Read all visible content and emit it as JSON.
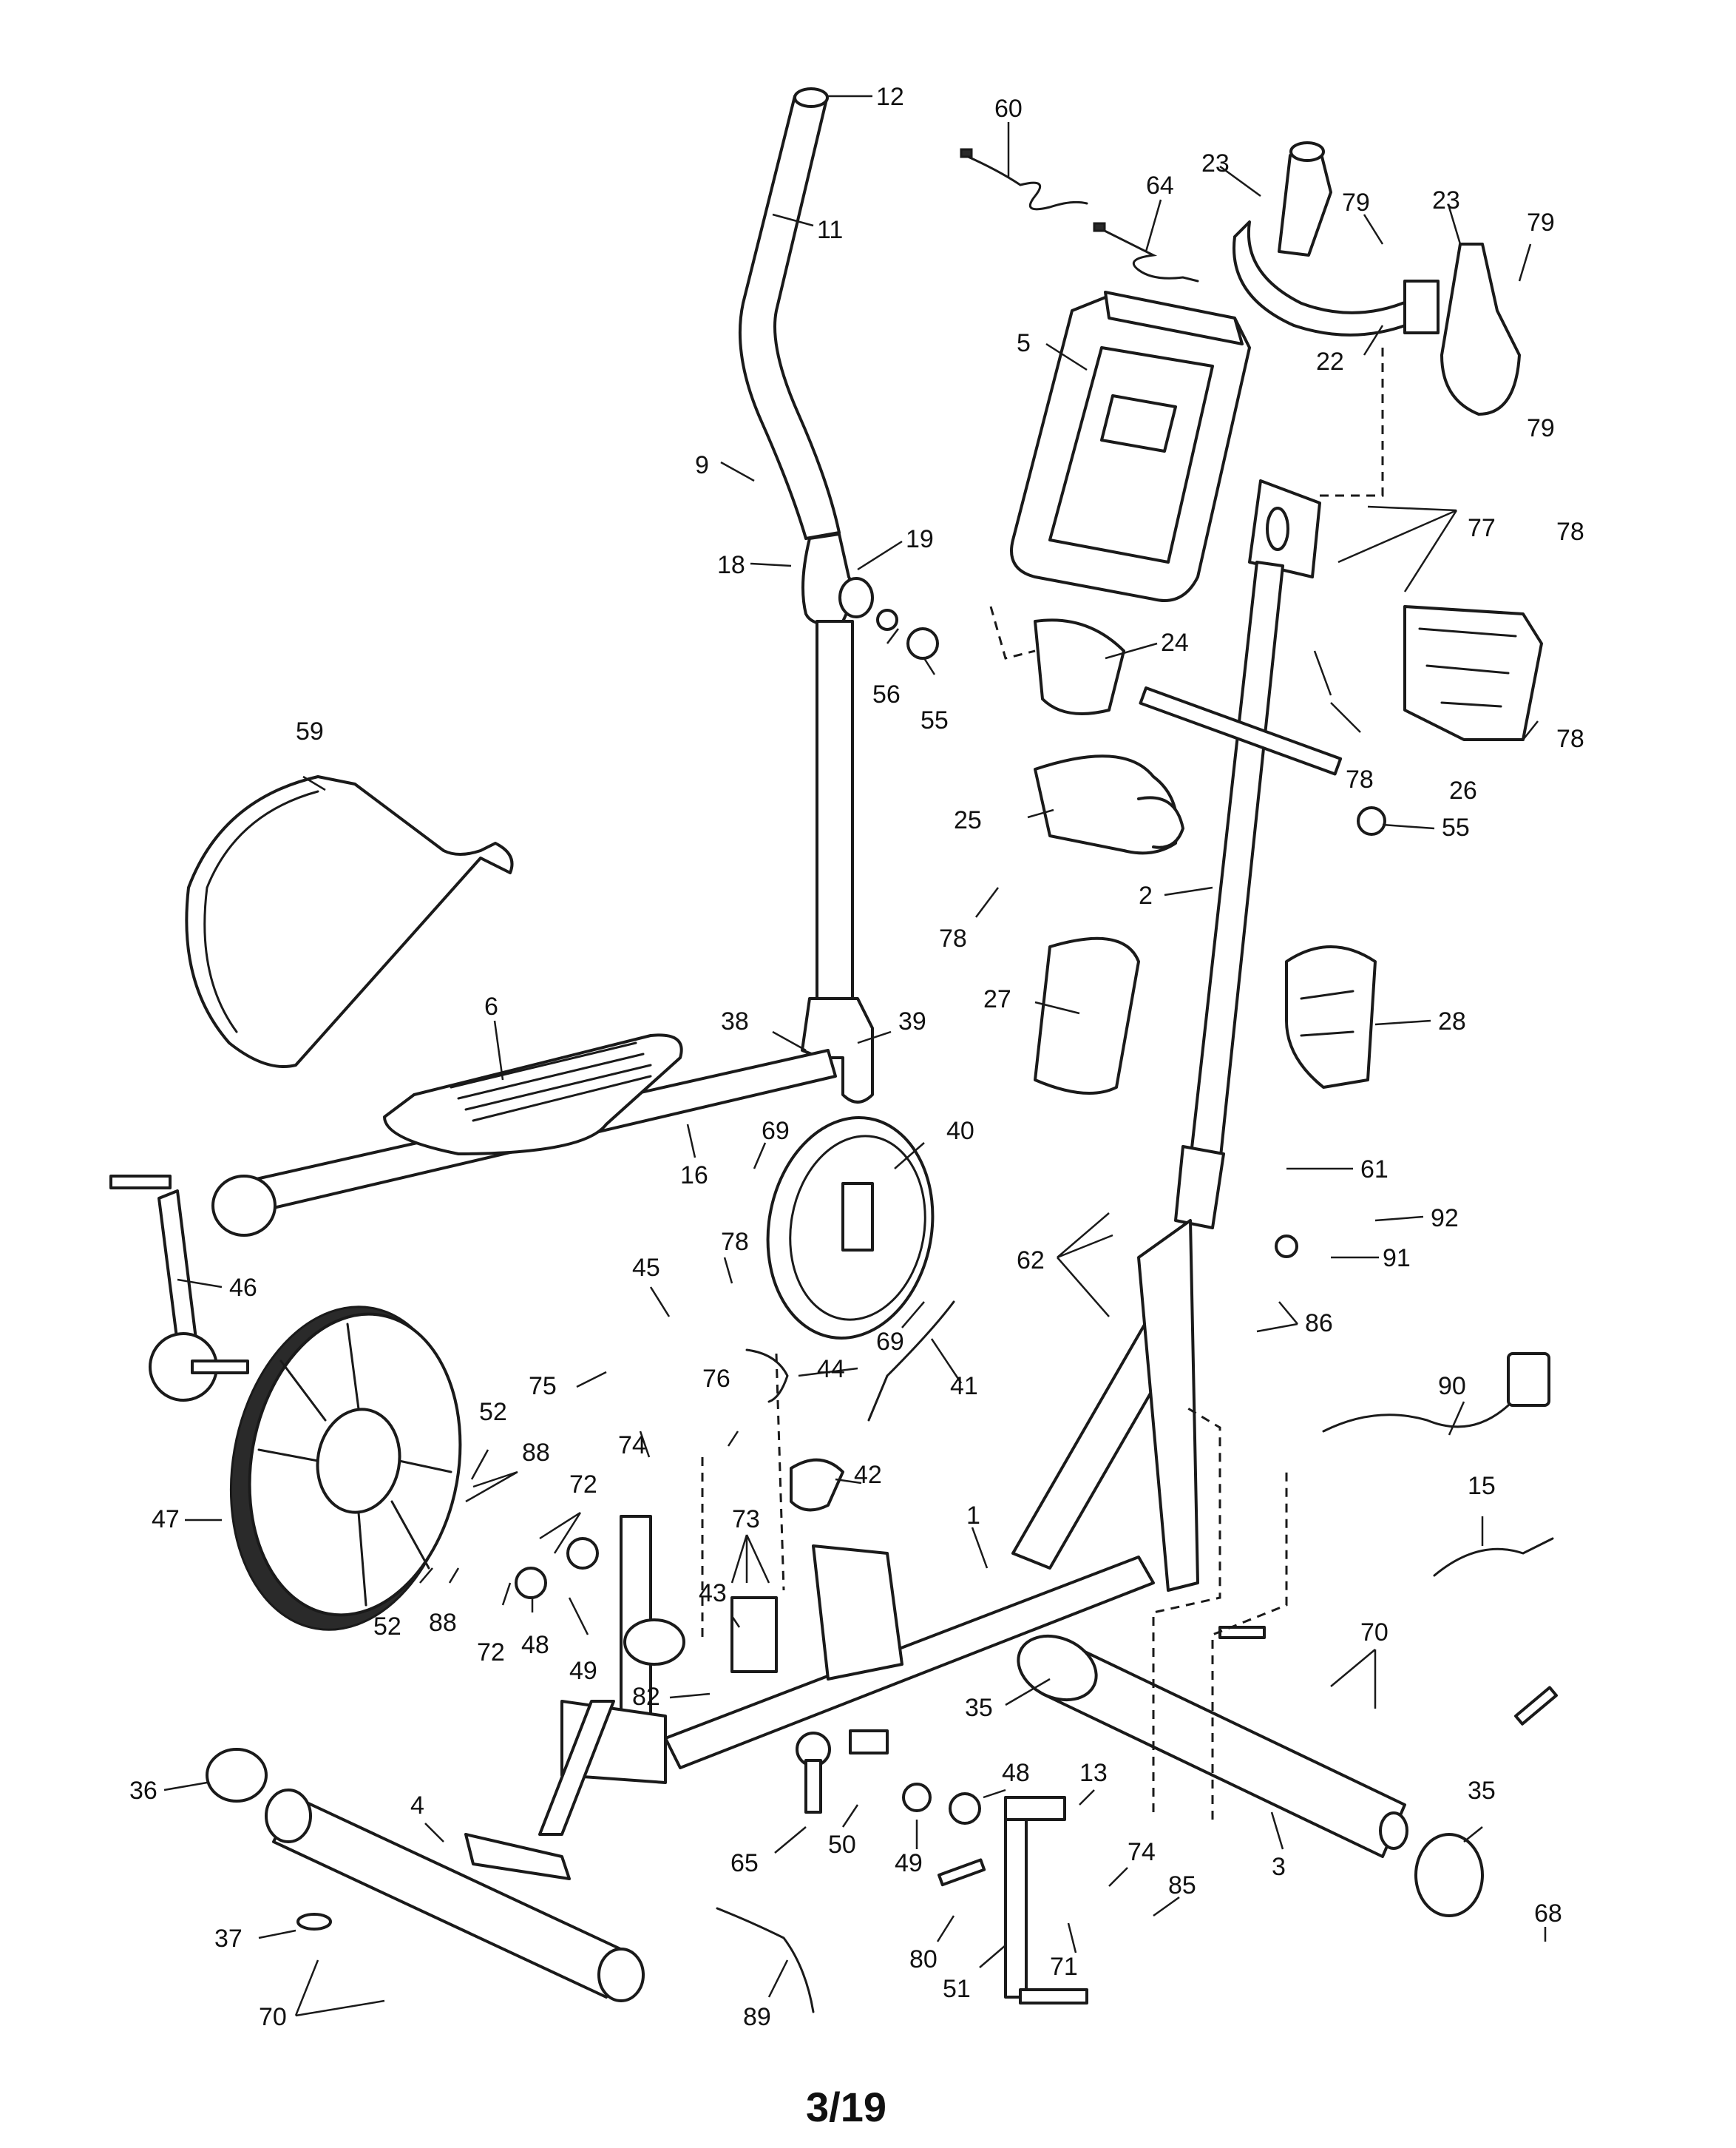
{
  "diagram": {
    "page_label": "3/19",
    "callouts": [
      {
        "id": "c12",
        "text": "12"
      },
      {
        "id": "c11",
        "text": "11"
      },
      {
        "id": "c60",
        "text": "60"
      },
      {
        "id": "c64",
        "text": "64"
      },
      {
        "id": "c23a",
        "text": "23"
      },
      {
        "id": "c79a",
        "text": "79"
      },
      {
        "id": "c23b",
        "text": "23"
      },
      {
        "id": "c79b",
        "text": "79"
      },
      {
        "id": "c5",
        "text": "5"
      },
      {
        "id": "c22",
        "text": "22"
      },
      {
        "id": "c79c",
        "text": "79"
      },
      {
        "id": "c9",
        "text": "9"
      },
      {
        "id": "c77",
        "text": "77"
      },
      {
        "id": "c78a",
        "text": "78"
      },
      {
        "id": "c18",
        "text": "18"
      },
      {
        "id": "c19",
        "text": "19"
      },
      {
        "id": "c24",
        "text": "24"
      },
      {
        "id": "c56",
        "text": "56"
      },
      {
        "id": "c55a",
        "text": "55"
      },
      {
        "id": "c78b",
        "text": "78"
      },
      {
        "id": "c78c",
        "text": "78"
      },
      {
        "id": "c26",
        "text": "26"
      },
      {
        "id": "c59",
        "text": "59"
      },
      {
        "id": "c25",
        "text": "25"
      },
      {
        "id": "c55b",
        "text": "55"
      },
      {
        "id": "c2",
        "text": "2"
      },
      {
        "id": "c78d",
        "text": "78"
      },
      {
        "id": "c6",
        "text": "6"
      },
      {
        "id": "c38",
        "text": "38"
      },
      {
        "id": "c39",
        "text": "39"
      },
      {
        "id": "c27",
        "text": "27"
      },
      {
        "id": "c28",
        "text": "28"
      },
      {
        "id": "c16",
        "text": "16"
      },
      {
        "id": "c69a",
        "text": "69"
      },
      {
        "id": "c40",
        "text": "40"
      },
      {
        "id": "c61",
        "text": "61"
      },
      {
        "id": "c92",
        "text": "92"
      },
      {
        "id": "c91",
        "text": "91"
      },
      {
        "id": "c46",
        "text": "46"
      },
      {
        "id": "c78e",
        "text": "78"
      },
      {
        "id": "c62",
        "text": "62"
      },
      {
        "id": "c45",
        "text": "45"
      },
      {
        "id": "c69b",
        "text": "69"
      },
      {
        "id": "c86",
        "text": "86"
      },
      {
        "id": "c41",
        "text": "41"
      },
      {
        "id": "c90",
        "text": "90"
      },
      {
        "id": "c44",
        "text": "44"
      },
      {
        "id": "c75",
        "text": "75"
      },
      {
        "id": "c76",
        "text": "76"
      },
      {
        "id": "c52a",
        "text": "52"
      },
      {
        "id": "c74a",
        "text": "74"
      },
      {
        "id": "c88a",
        "text": "88"
      },
      {
        "id": "c42",
        "text": "42"
      },
      {
        "id": "c72a",
        "text": "72"
      },
      {
        "id": "c1",
        "text": "1"
      },
      {
        "id": "c15",
        "text": "15"
      },
      {
        "id": "c47",
        "text": "47"
      },
      {
        "id": "c73",
        "text": "73"
      },
      {
        "id": "c43",
        "text": "43"
      },
      {
        "id": "c52b",
        "text": "52"
      },
      {
        "id": "c88b",
        "text": "88"
      },
      {
        "id": "c48a",
        "text": "48"
      },
      {
        "id": "c72b",
        "text": "72"
      },
      {
        "id": "c49a",
        "text": "49"
      },
      {
        "id": "c70a",
        "text": "70"
      },
      {
        "id": "c82",
        "text": "82"
      },
      {
        "id": "c35a",
        "text": "35"
      },
      {
        "id": "c48b",
        "text": "48"
      },
      {
        "id": "c13",
        "text": "13"
      },
      {
        "id": "c36",
        "text": "36"
      },
      {
        "id": "c4",
        "text": "4"
      },
      {
        "id": "c65",
        "text": "65"
      },
      {
        "id": "c50",
        "text": "50"
      },
      {
        "id": "c49b",
        "text": "49"
      },
      {
        "id": "c35b",
        "text": "35"
      },
      {
        "id": "c3",
        "text": "3"
      },
      {
        "id": "c74b",
        "text": "74"
      },
      {
        "id": "c68",
        "text": "68"
      },
      {
        "id": "c85",
        "text": "85"
      },
      {
        "id": "c37",
        "text": "37"
      },
      {
        "id": "c80",
        "text": "80"
      },
      {
        "id": "c71",
        "text": "71"
      },
      {
        "id": "c51",
        "text": "51"
      },
      {
        "id": "c70b",
        "text": "70"
      },
      {
        "id": "c89",
        "text": "89"
      }
    ]
  }
}
